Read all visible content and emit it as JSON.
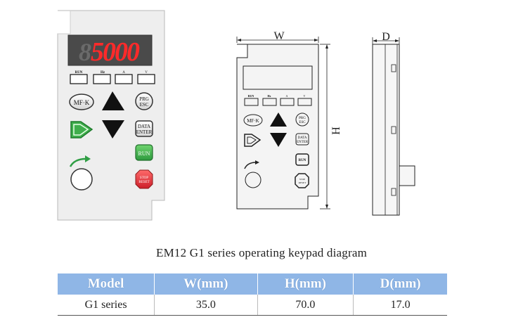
{
  "display": {
    "ghost_digit": "8",
    "value": "5000"
  },
  "keypad_small_labels": {
    "key1": "RUN",
    "key2": "Hz",
    "key3": "A",
    "key4": "V"
  },
  "keypad_buttons": {
    "mfk": "MF·K",
    "prg_top": "PRG",
    "prg_bottom": "ESC",
    "data_top": "DATA",
    "data_bottom": "ENTER",
    "run": "RUN",
    "stop_top": "STOP",
    "stop_bottom": "RESET"
  },
  "dimensions": {
    "width_label": "W",
    "height_label": "H",
    "depth_label": "D"
  },
  "caption": "EM12 G1 series operating keypad diagram",
  "table": {
    "headers": [
      "Model",
      "W(mm)",
      "H(mm)",
      "D(mm)"
    ],
    "rows": [
      [
        "G1 series",
        "35.0",
        "70.0",
        "17.0"
      ]
    ]
  },
  "colors": {
    "panel_fill": "#eeeeee",
    "display_bg": "#4a4a4a",
    "led_red": "#ff2a2a",
    "run_green": "#3aa84a",
    "stop_red": "#e0303a",
    "header_blue": "#8fb6e6"
  }
}
